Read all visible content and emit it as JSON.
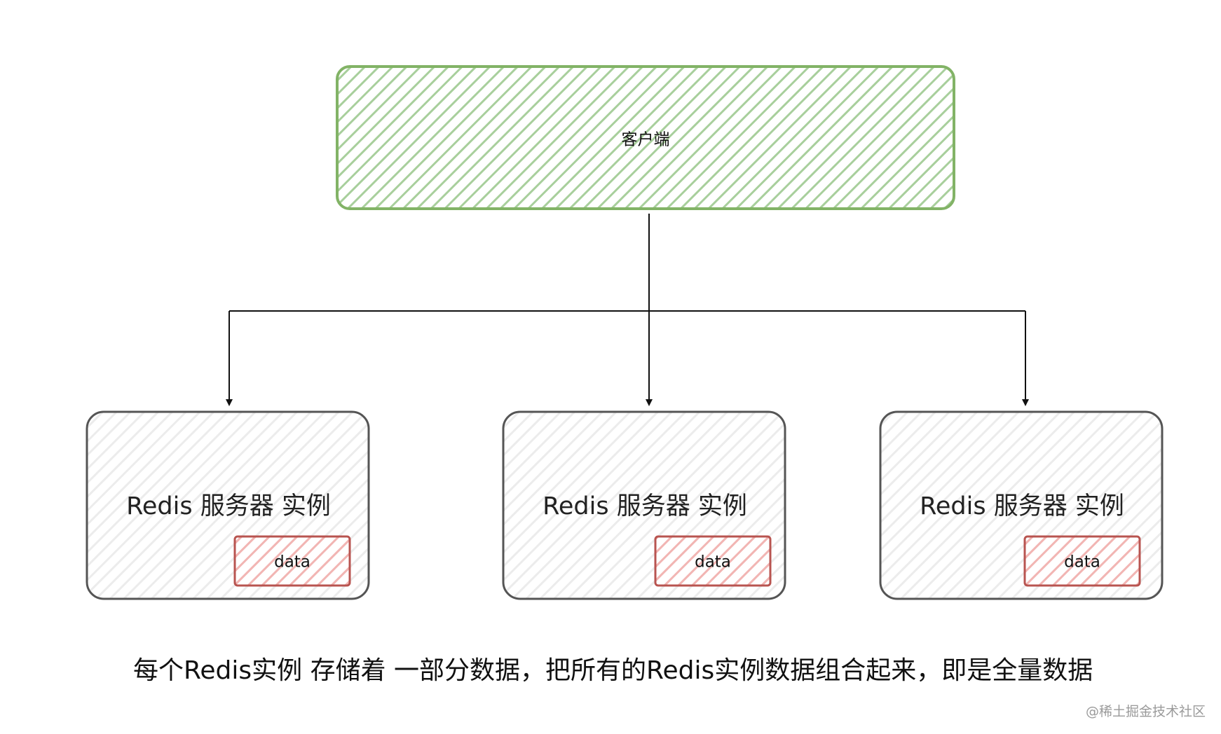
{
  "client": {
    "label": "客户端",
    "fill_color": "#d5e8d4",
    "stroke_color": "#82b366"
  },
  "servers": [
    {
      "label": "Redis 服务器 实例",
      "data_label": "data"
    },
    {
      "label": "Redis 服务器 实例",
      "data_label": "data"
    },
    {
      "label": "Redis 服务器 实例",
      "data_label": "data"
    }
  ],
  "server_style": {
    "fill_color": "#f5f5f5",
    "stroke_color": "#666666"
  },
  "data_style": {
    "fill_color": "#f8cecc",
    "stroke_color": "#b85450"
  },
  "caption": "每个Redis实例 存储着 一部分数据，把所有的Redis实例数据组合起来，即是全量数据",
  "watermark": "@稀土掘金技术社区"
}
